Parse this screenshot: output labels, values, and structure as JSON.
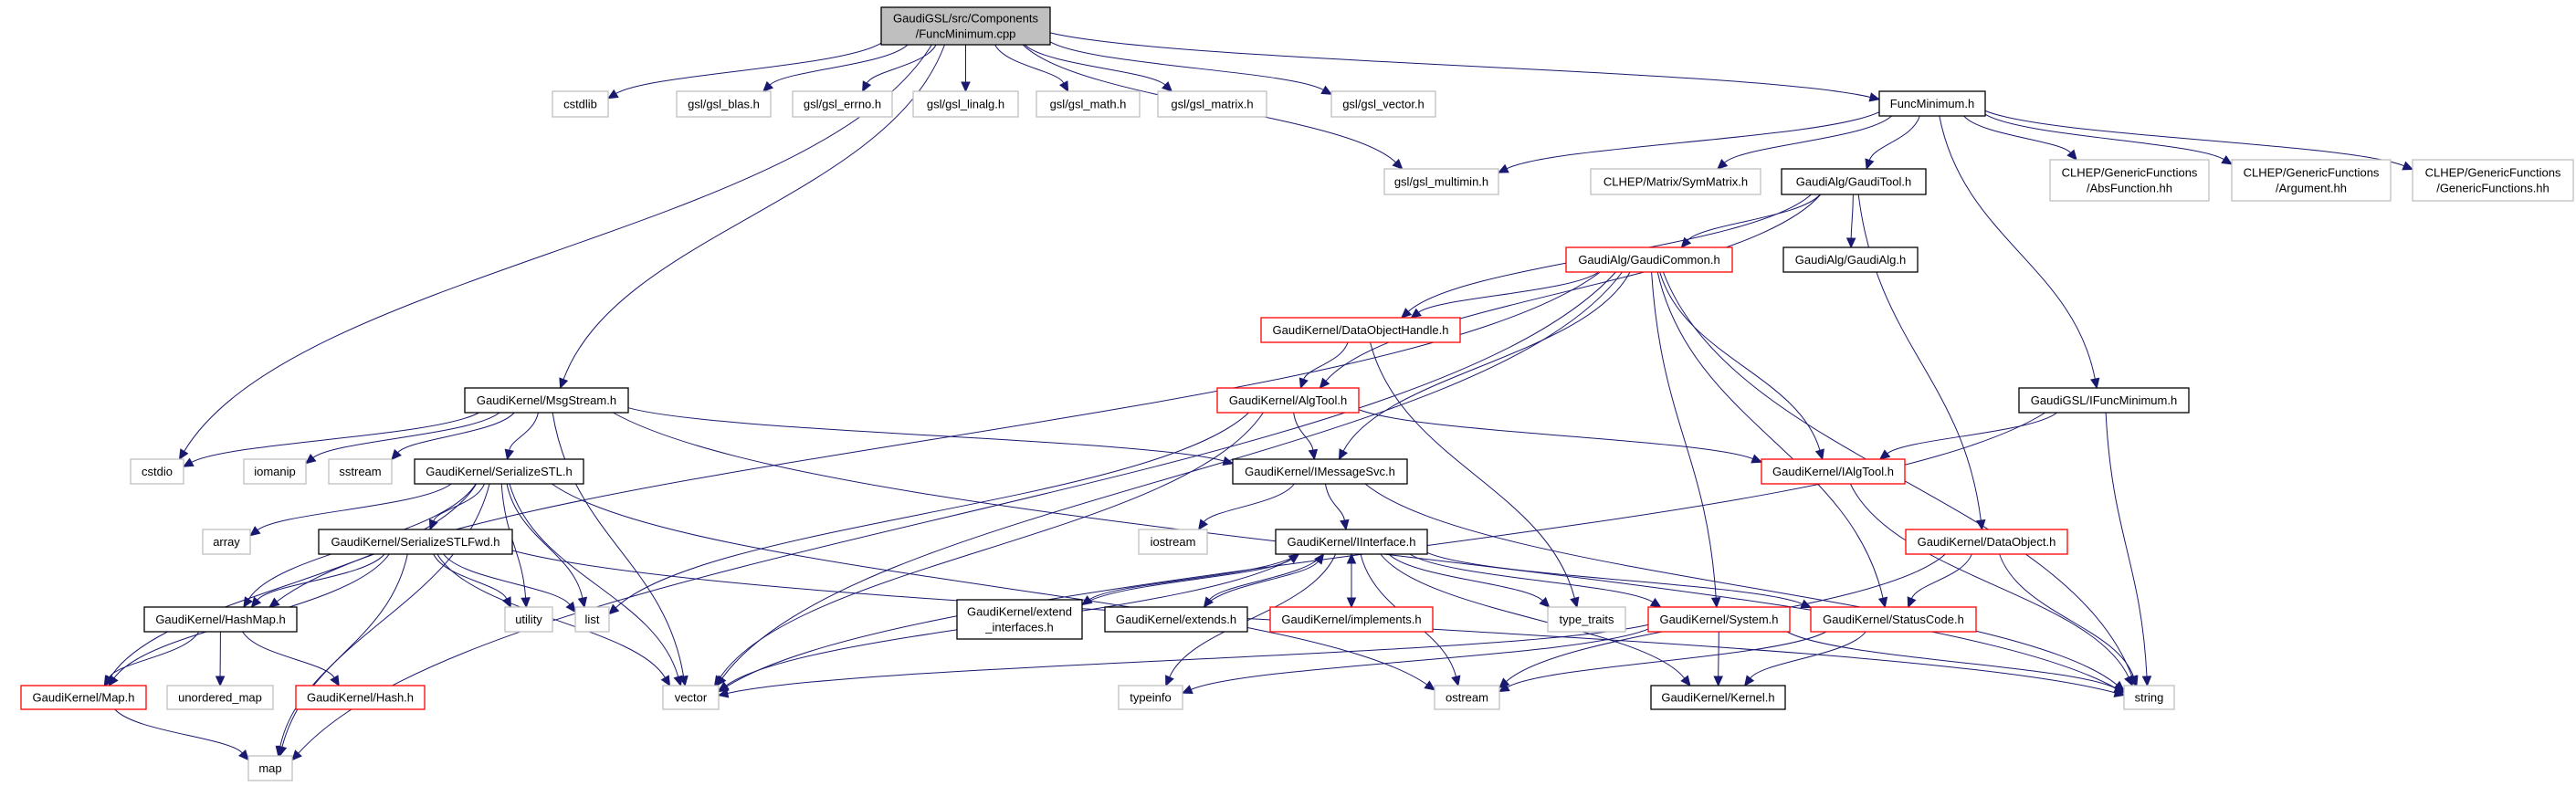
{
  "title": "GaudiGSL/src/Components/FuncMinimum.cpp include dependency graph",
  "colors": {
    "edge": "#191970",
    "root_fill": "#bfbfbf",
    "documented_border": "#000000",
    "undocumented_border": "#ff0000",
    "external_border": "#bfbfbf"
  },
  "nodes": [
    {
      "id": "root",
      "lines": [
        "GaudiGSL/src/Components",
        "/FuncMinimum.cpp"
      ],
      "kind": "root"
    },
    {
      "id": "cstdlib",
      "lines": [
        "cstdlib"
      ],
      "kind": "ext"
    },
    {
      "id": "gsl_blas",
      "lines": [
        "gsl/gsl_blas.h"
      ],
      "kind": "ext"
    },
    {
      "id": "gsl_errno",
      "lines": [
        "gsl/gsl_errno.h"
      ],
      "kind": "ext"
    },
    {
      "id": "gsl_linalg",
      "lines": [
        "gsl/gsl_linalg.h"
      ],
      "kind": "ext"
    },
    {
      "id": "gsl_math",
      "lines": [
        "gsl/gsl_math.h"
      ],
      "kind": "ext"
    },
    {
      "id": "gsl_matrix",
      "lines": [
        "gsl/gsl_matrix.h"
      ],
      "kind": "ext"
    },
    {
      "id": "gsl_vector",
      "lines": [
        "gsl/gsl_vector.h"
      ],
      "kind": "ext"
    },
    {
      "id": "funcmin_h",
      "lines": [
        "FuncMinimum.h"
      ],
      "kind": "doc"
    },
    {
      "id": "gsl_multimin",
      "lines": [
        "gsl/gsl_multimin.h"
      ],
      "kind": "ext"
    },
    {
      "id": "symmatrix",
      "lines": [
        "CLHEP/Matrix/SymMatrix.h"
      ],
      "kind": "ext"
    },
    {
      "id": "gauditool",
      "lines": [
        "GaudiAlg/GaudiTool.h"
      ],
      "kind": "doc"
    },
    {
      "id": "absfunction",
      "lines": [
        "CLHEP/GenericFunctions",
        "/AbsFunction.hh"
      ],
      "kind": "ext"
    },
    {
      "id": "argument",
      "lines": [
        "CLHEP/GenericFunctions",
        "/Argument.hh"
      ],
      "kind": "ext"
    },
    {
      "id": "genericfunctions",
      "lines": [
        "CLHEP/GenericFunctions",
        "/GenericFunctions.hh"
      ],
      "kind": "ext"
    },
    {
      "id": "gaudicommon",
      "lines": [
        "GaudiAlg/GaudiCommon.h"
      ],
      "kind": "undoc"
    },
    {
      "id": "gaudialg",
      "lines": [
        "GaudiAlg/GaudiAlg.h"
      ],
      "kind": "doc"
    },
    {
      "id": "dataobjecthandle",
      "lines": [
        "GaudiKernel/DataObjectHandle.h"
      ],
      "kind": "undoc"
    },
    {
      "id": "msgstream",
      "lines": [
        "GaudiKernel/MsgStream.h"
      ],
      "kind": "doc"
    },
    {
      "id": "algtool",
      "lines": [
        "GaudiKernel/AlgTool.h"
      ],
      "kind": "undoc"
    },
    {
      "id": "ifuncmin",
      "lines": [
        "GaudiGSL/IFuncMinimum.h"
      ],
      "kind": "doc"
    },
    {
      "id": "cstdio",
      "lines": [
        "cstdio"
      ],
      "kind": "ext"
    },
    {
      "id": "iomanip",
      "lines": [
        "iomanip"
      ],
      "kind": "ext"
    },
    {
      "id": "sstream",
      "lines": [
        "sstream"
      ],
      "kind": "ext"
    },
    {
      "id": "serializestl",
      "lines": [
        "GaudiKernel/SerializeSTL.h"
      ],
      "kind": "doc"
    },
    {
      "id": "imessagesvc",
      "lines": [
        "GaudiKernel/IMessageSvc.h"
      ],
      "kind": "doc"
    },
    {
      "id": "ialgtool",
      "lines": [
        "GaudiKernel/IAlgTool.h"
      ],
      "kind": "undoc"
    },
    {
      "id": "array",
      "lines": [
        "array"
      ],
      "kind": "ext"
    },
    {
      "id": "serializestlfwd",
      "lines": [
        "GaudiKernel/SerializeSTLFwd.h"
      ],
      "kind": "doc"
    },
    {
      "id": "iostream",
      "lines": [
        "iostream"
      ],
      "kind": "ext"
    },
    {
      "id": "iinterface",
      "lines": [
        "GaudiKernel/IInterface.h"
      ],
      "kind": "doc"
    },
    {
      "id": "dataobject",
      "lines": [
        "GaudiKernel/DataObject.h"
      ],
      "kind": "undoc"
    },
    {
      "id": "hashmap",
      "lines": [
        "GaudiKernel/HashMap.h"
      ],
      "kind": "doc"
    },
    {
      "id": "utility",
      "lines": [
        "utility"
      ],
      "kind": "ext"
    },
    {
      "id": "list",
      "lines": [
        "list"
      ],
      "kind": "ext"
    },
    {
      "id": "extend_interfaces",
      "lines": [
        "GaudiKernel/extend",
        "_interfaces.h"
      ],
      "kind": "doc"
    },
    {
      "id": "extends",
      "lines": [
        "GaudiKernel/extends.h"
      ],
      "kind": "doc"
    },
    {
      "id": "implements",
      "lines": [
        "GaudiKernel/implements.h"
      ],
      "kind": "undoc"
    },
    {
      "id": "type_traits",
      "lines": [
        "type_traits"
      ],
      "kind": "ext"
    },
    {
      "id": "system",
      "lines": [
        "GaudiKernel/System.h"
      ],
      "kind": "undoc"
    },
    {
      "id": "statuscode",
      "lines": [
        "GaudiKernel/StatusCode.h"
      ],
      "kind": "undoc"
    },
    {
      "id": "mapH",
      "lines": [
        "GaudiKernel/Map.h"
      ],
      "kind": "undoc"
    },
    {
      "id": "unordered_map",
      "lines": [
        "unordered_map"
      ],
      "kind": "ext"
    },
    {
      "id": "hash",
      "lines": [
        "GaudiKernel/Hash.h"
      ],
      "kind": "undoc"
    },
    {
      "id": "vector",
      "lines": [
        "vector"
      ],
      "kind": "ext"
    },
    {
      "id": "typeinfo",
      "lines": [
        "typeinfo"
      ],
      "kind": "ext"
    },
    {
      "id": "ostream",
      "lines": [
        "ostream"
      ],
      "kind": "ext"
    },
    {
      "id": "kernel",
      "lines": [
        "GaudiKernel/Kernel.h"
      ],
      "kind": "doc"
    },
    {
      "id": "string",
      "lines": [
        "string"
      ],
      "kind": "ext"
    },
    {
      "id": "map",
      "lines": [
        "map"
      ],
      "kind": "ext"
    }
  ],
  "edges": [
    [
      "root",
      "cstdlib"
    ],
    [
      "root",
      "gsl_blas"
    ],
    [
      "root",
      "gsl_errno"
    ],
    [
      "root",
      "gsl_linalg"
    ],
    [
      "root",
      "gsl_math"
    ],
    [
      "root",
      "gsl_matrix"
    ],
    [
      "root",
      "gsl_vector"
    ],
    [
      "root",
      "gsl_multimin"
    ],
    [
      "root",
      "funcmin_h"
    ],
    [
      "root",
      "msgstream"
    ],
    [
      "root",
      "cstdio"
    ],
    [
      "funcmin_h",
      "gsl_multimin"
    ],
    [
      "funcmin_h",
      "symmatrix"
    ],
    [
      "funcmin_h",
      "gauditool"
    ],
    [
      "funcmin_h",
      "absfunction"
    ],
    [
      "funcmin_h",
      "argument"
    ],
    [
      "funcmin_h",
      "genericfunctions"
    ],
    [
      "funcmin_h",
      "ifuncmin"
    ],
    [
      "gauditool",
      "gaudicommon"
    ],
    [
      "gauditool",
      "gaudialg"
    ],
    [
      "gauditool",
      "dataobjecthandle"
    ],
    [
      "gauditool",
      "algtool"
    ],
    [
      "gauditool",
      "dataobject"
    ],
    [
      "gaudicommon",
      "dataobjecthandle"
    ],
    [
      "gaudicommon",
      "hashmap"
    ],
    [
      "gaudicommon",
      "imessagesvc"
    ],
    [
      "gaudicommon",
      "ialgtool"
    ],
    [
      "gaudicommon",
      "system"
    ],
    [
      "gaudicommon",
      "statuscode"
    ],
    [
      "gaudicommon",
      "string"
    ],
    [
      "gaudicommon",
      "map"
    ],
    [
      "gaudicommon",
      "vector"
    ],
    [
      "dataobjecthandle",
      "algtool"
    ],
    [
      "dataobjecthandle",
      "type_traits"
    ],
    [
      "algtool",
      "imessagesvc"
    ],
    [
      "algtool",
      "ialgtool"
    ],
    [
      "algtool",
      "list"
    ],
    [
      "algtool",
      "vector"
    ],
    [
      "ifuncmin",
      "ialgtool"
    ],
    [
      "ifuncmin",
      "string"
    ],
    [
      "ifuncmin",
      "vector"
    ],
    [
      "msgstream",
      "cstdio"
    ],
    [
      "msgstream",
      "iomanip"
    ],
    [
      "msgstream",
      "sstream"
    ],
    [
      "msgstream",
      "serializestl"
    ],
    [
      "msgstream",
      "imessagesvc"
    ],
    [
      "msgstream",
      "vector"
    ],
    [
      "msgstream",
      "string"
    ],
    [
      "serializestl",
      "array"
    ],
    [
      "serializestl",
      "serializestlfwd"
    ],
    [
      "serializestl",
      "hashmap"
    ],
    [
      "serializestl",
      "mapH"
    ],
    [
      "serializestl",
      "map"
    ],
    [
      "serializestl",
      "utility"
    ],
    [
      "serializestl",
      "list"
    ],
    [
      "serializestl",
      "vector"
    ],
    [
      "serializestl",
      "ostream"
    ],
    [
      "serializestlfwd",
      "hashmap"
    ],
    [
      "serializestlfwd",
      "mapH"
    ],
    [
      "serializestlfwd",
      "map"
    ],
    [
      "serializestlfwd",
      "utility"
    ],
    [
      "serializestlfwd",
      "list"
    ],
    [
      "serializestlfwd",
      "vector"
    ],
    [
      "serializestlfwd",
      "string"
    ],
    [
      "imessagesvc",
      "iostream"
    ],
    [
      "imessagesvc",
      "iinterface"
    ],
    [
      "imessagesvc",
      "string"
    ],
    [
      "ialgtool",
      "string"
    ],
    [
      "iinterface",
      "extend_interfaces"
    ],
    [
      "iinterface",
      "extends"
    ],
    [
      "iinterface",
      "implements"
    ],
    [
      "iinterface",
      "type_traits"
    ],
    [
      "iinterface",
      "system"
    ],
    [
      "iinterface",
      "statuscode"
    ],
    [
      "iinterface",
      "kernel"
    ],
    [
      "iinterface",
      "ostream"
    ],
    [
      "iinterface",
      "typeinfo"
    ],
    [
      "iinterface",
      "vector"
    ],
    [
      "extend_interfaces",
      "iinterface"
    ],
    [
      "extends",
      "iinterface"
    ],
    [
      "implements",
      "iinterface"
    ],
    [
      "dataobject",
      "statuscode"
    ],
    [
      "dataobject",
      "string"
    ],
    [
      "dataobject",
      "ostream"
    ],
    [
      "system",
      "kernel"
    ],
    [
      "system",
      "string"
    ],
    [
      "system",
      "typeinfo"
    ],
    [
      "system",
      "vector"
    ],
    [
      "statuscode",
      "ostream"
    ],
    [
      "statuscode",
      "kernel"
    ],
    [
      "hashmap",
      "mapH"
    ],
    [
      "hashmap",
      "unordered_map"
    ],
    [
      "hashmap",
      "hash"
    ],
    [
      "mapH",
      "map"
    ]
  ]
}
